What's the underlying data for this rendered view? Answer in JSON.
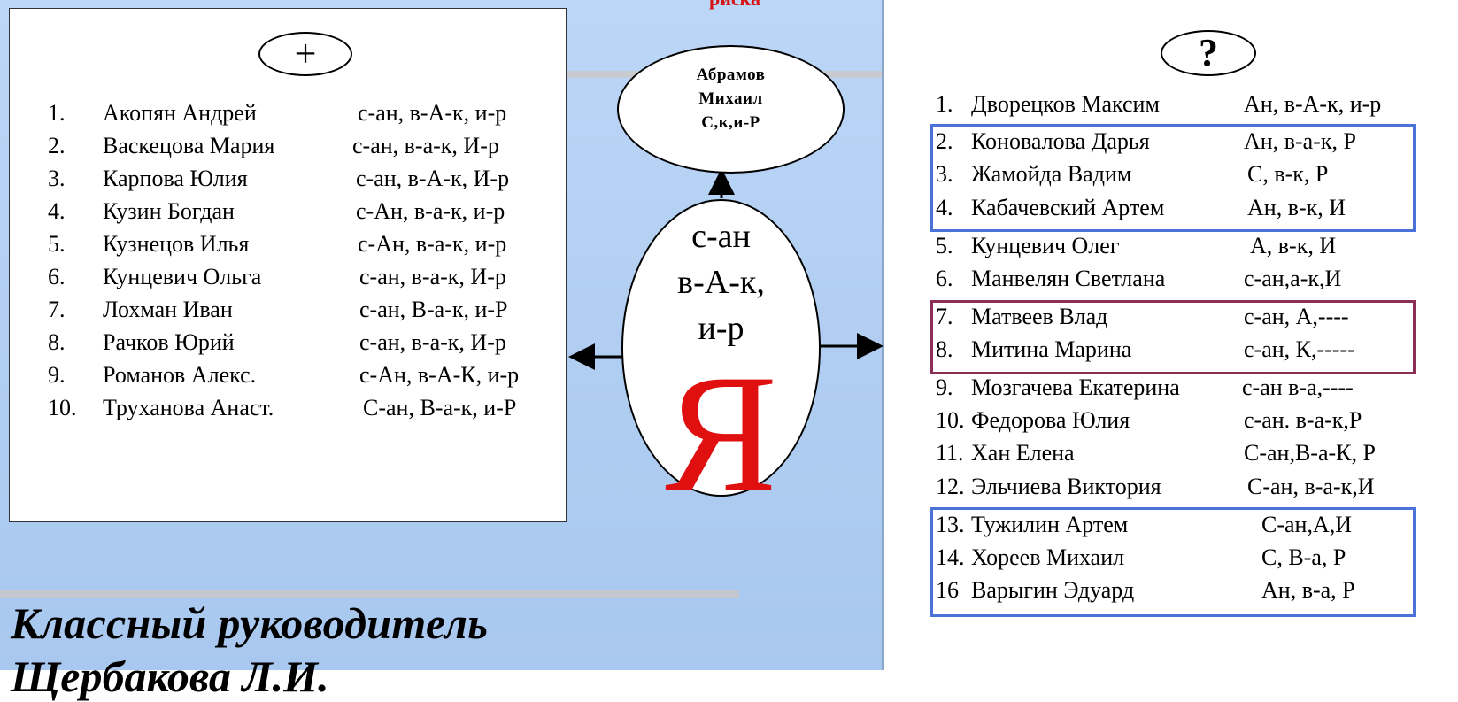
{
  "header": {
    "top_label": "риска"
  },
  "left_panel": {
    "sign": "+",
    "students": [
      {
        "num": "1.",
        "name": "Акопян Андрей",
        "grade": "с-ан, в-А-к, и-р"
      },
      {
        "num": "2.",
        "name": "Васкецова Мария",
        "grade": "с-ан, в-а-к,  И-р"
      },
      {
        "num": "3.",
        "name": "Карпова Юлия",
        "grade": "с-ан, в-А-к, И-р"
      },
      {
        "num": "4.",
        "name": "Кузин Богдан",
        "grade": "с-Ан, в-а-к, и-р"
      },
      {
        "num": "5.",
        "name": "Кузнецов Илья",
        "grade": "с-Ан, в-а-к, и-р"
      },
      {
        "num": "6.",
        "name": "Кунцевич Ольга",
        "grade": "с-ан,  в-а-к,  И-р"
      },
      {
        "num": "7.",
        "name": "Лохман Иван",
        "grade": "с-ан,  В-а-к, и-Р"
      },
      {
        "num": "8.",
        "name": "Рачков Юрий",
        "grade": "с-ан,  в-а-к,  И-р"
      },
      {
        "num": "9.",
        "name": "Романов Алекс.",
        "grade": "с-Ан, в-А-К, и-р"
      },
      {
        "num": "10.",
        "name": "Труханова Анаст.",
        "grade": "С-ан, В-а-к,  и-Р"
      }
    ]
  },
  "center": {
    "top_ellipse_lines": [
      "Абрамов",
      "Михаил",
      "С,к,и-Р"
    ],
    "main_lines": [
      "с-ан",
      "в-А-к,",
      "и-р"
    ],
    "letter": "Я",
    "letter_color": "#e01010"
  },
  "right_panel": {
    "sign": "?",
    "students": [
      {
        "num": "1.",
        "name": "Дворецков Максим",
        "grade": "Ан, в-А-к, и-р"
      },
      {
        "num": "2.",
        "name": "Коновалова Дарья",
        "grade": "Ан, в-а-к, Р"
      },
      {
        "num": "3.",
        "name": "Жамойда Вадим",
        "grade": "С, в-к, Р"
      },
      {
        "num": "4.",
        "name": "Кабачевский Артем",
        "grade": "Ан, в-к, И"
      },
      {
        "num": "5.",
        "name": "Кунцевич Олег",
        "grade": "А, в-к, И"
      },
      {
        "num": "6.",
        "name": "Манвелян Светлана",
        "grade": "с-ан,а-к,И"
      },
      {
        "num": "7.",
        "name": "Матвеев Влад",
        "grade": "с-ан, А,----"
      },
      {
        "num": "8.",
        "name": "Митина Марина",
        "grade": "с-ан, К,-----"
      },
      {
        "num": "9.",
        "name": "Мозгачева Екатерина",
        "grade": "с-ан в-а,----"
      },
      {
        "num": "10.",
        "name": "Федорова Юлия",
        "grade": "с-ан. в-а-к,Р"
      },
      {
        "num": "11.",
        "name": "Хан Елена",
        "grade": "С-ан,В-а-К, Р"
      },
      {
        "num": "12.",
        "name": "Эльчиева Виктория",
        "grade": "С-ан, в-а-к,И"
      },
      {
        "num": "13.",
        "name": "Тужилин Артем",
        "grade": "С-ан,А,И"
      },
      {
        "num": "14.",
        "name": "Хореев Михаил",
        "grade": "С, В-а, Р"
      },
      {
        "num": "16",
        "name": "Варыгин Эдуард",
        "grade": "Ан, в-а, Р"
      }
    ],
    "group_colors": {
      "blue": "#4a72d8",
      "maroon": "#8b2f55"
    }
  },
  "footer": {
    "title": "Классный руководитель",
    "teacher": "Щербакова Л.И."
  }
}
